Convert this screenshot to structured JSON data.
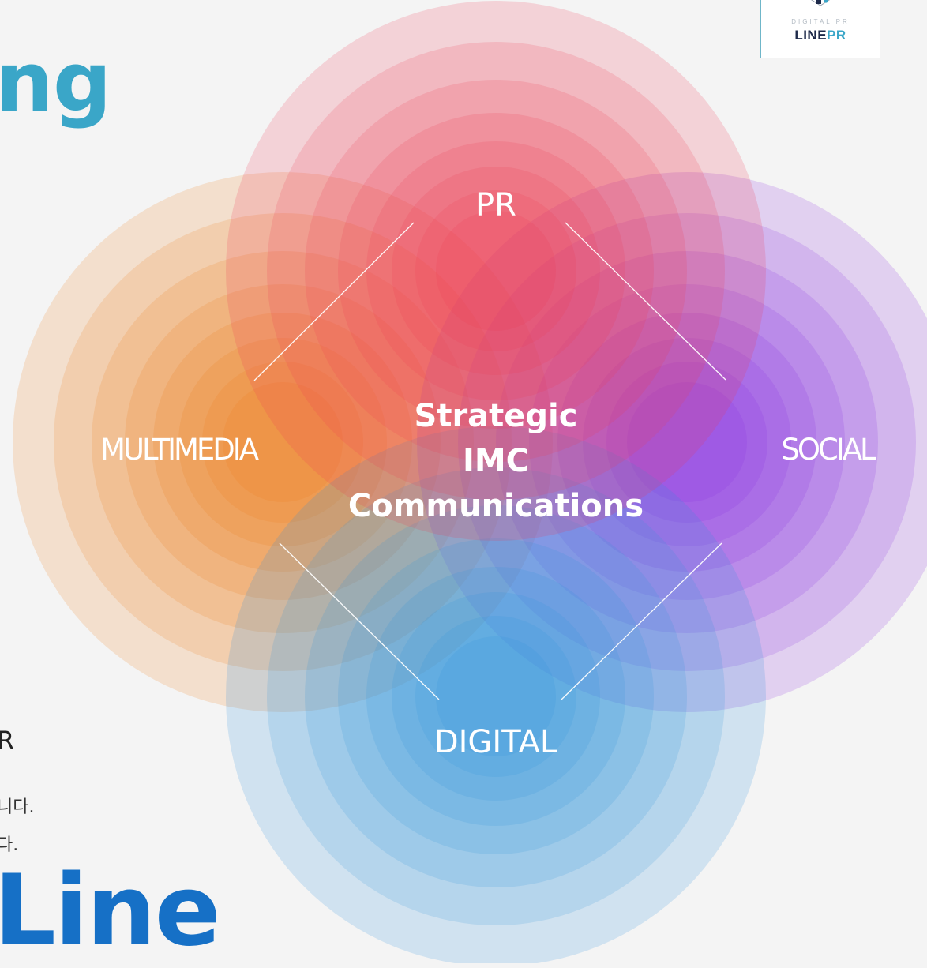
{
  "page": {
    "heading_fragment": "ng",
    "text_fragment_r": "R",
    "text_fragment_1": "니다.",
    "text_fragment_2": "다.",
    "brand_fragment": "Line"
  },
  "logo": {
    "subtitle": "DIGITAL PR",
    "name_main": "LINE",
    "name_accent": "PR"
  },
  "diagram": {
    "center_lines": [
      "Strategic",
      "IMC",
      "Communications"
    ],
    "nodes": [
      {
        "id": "pr",
        "label": "PR",
        "color": "#ee3a55"
      },
      {
        "id": "social",
        "label": "SOCIAL",
        "color": "#8a2ee0"
      },
      {
        "id": "digital",
        "label": "DIGITAL",
        "color": "#2e92de"
      },
      {
        "id": "multimedia",
        "label": "MULTIMEDIA",
        "color": "#ef7f1a"
      }
    ]
  }
}
